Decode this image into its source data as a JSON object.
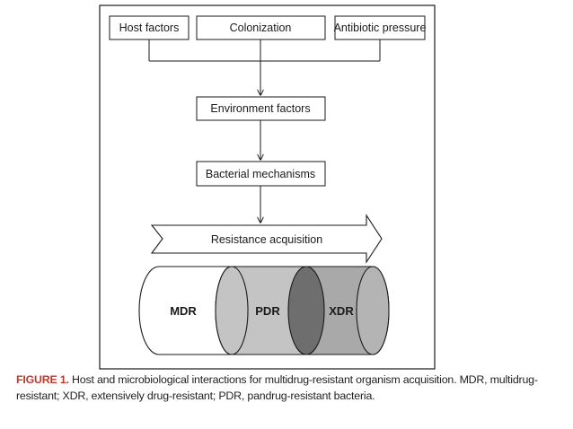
{
  "boxes": {
    "host_factors": "Host factors",
    "colonization": "Colonization",
    "antibiotic_pressure": "Antibiotic pressure",
    "environment_factors": "Environment factors",
    "bacterial_mechanisms": "Bacterial mechanisms"
  },
  "banner": {
    "label": "Resistance acquisition"
  },
  "cylinder": {
    "mdr": "MDR",
    "pdr": "PDR",
    "xdr": "XDR"
  },
  "caption": {
    "label": "FIGURE 1.",
    "text": " Host and microbiological interactions for multidrug-resistant organism acquisition. MDR, multidrug-resistant; XDR, extensively drug-resistant; PDR, pandrug-resistant bacteria."
  },
  "colors": {
    "label_red": "#c0392b",
    "mdr_fill": "#ffffff",
    "pdr_fill": "#c4c4c4",
    "overlap_fill": "#6e6e6e",
    "xdr_fill": "#a9a9a9",
    "stroke": "#1a1a1a"
  }
}
